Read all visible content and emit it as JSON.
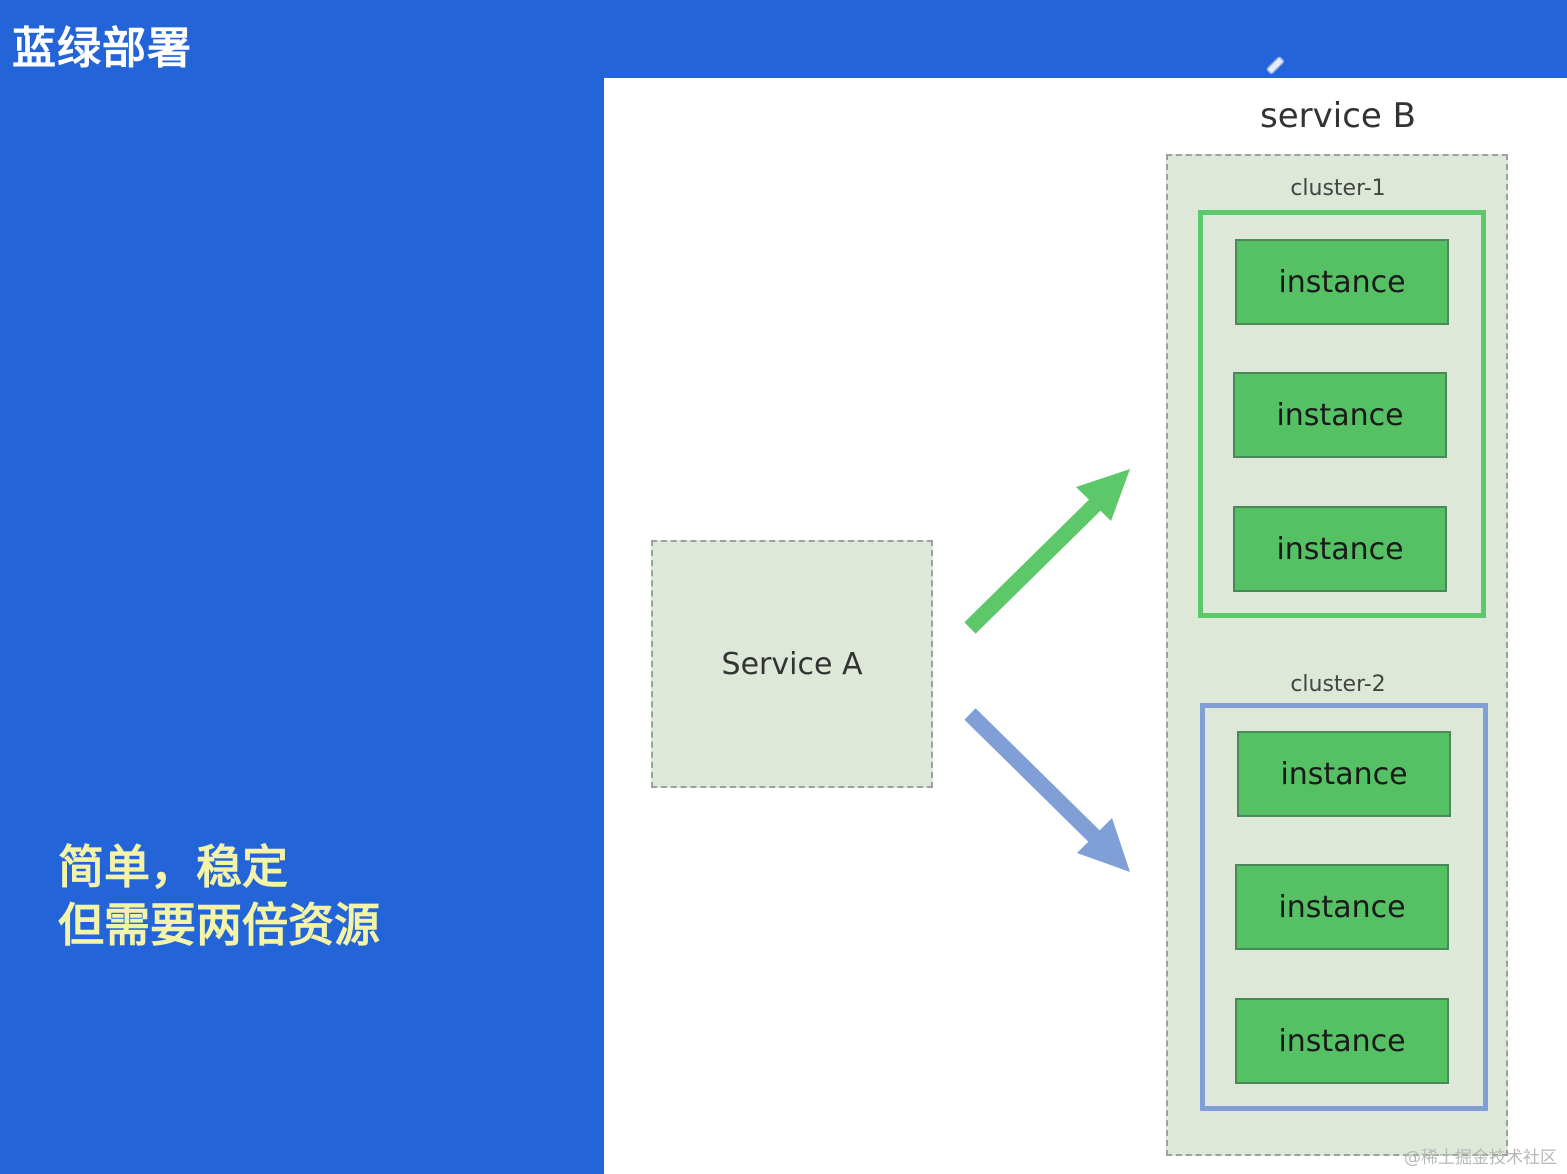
{
  "slide": {
    "title": "蓝绿部署",
    "notes": [
      "简单，稳定",
      "但需要两倍资源"
    ]
  },
  "diagram": {
    "service_a": "Service A",
    "service_b": {
      "title": "service B",
      "clusters": [
        {
          "label": "cluster-1",
          "color": "#5cc86a",
          "instances": [
            "instance",
            "instance",
            "instance"
          ]
        },
        {
          "label": "cluster-2",
          "color": "#7f9fd6",
          "instances": [
            "instance",
            "instance",
            "instance"
          ]
        }
      ]
    }
  },
  "watermark": "@稀土掘金技术社区",
  "colors": {
    "background": "#2364d9",
    "green_arrow": "#5cc86a",
    "blue_arrow": "#7f9fd6",
    "instance": "#55c064"
  }
}
